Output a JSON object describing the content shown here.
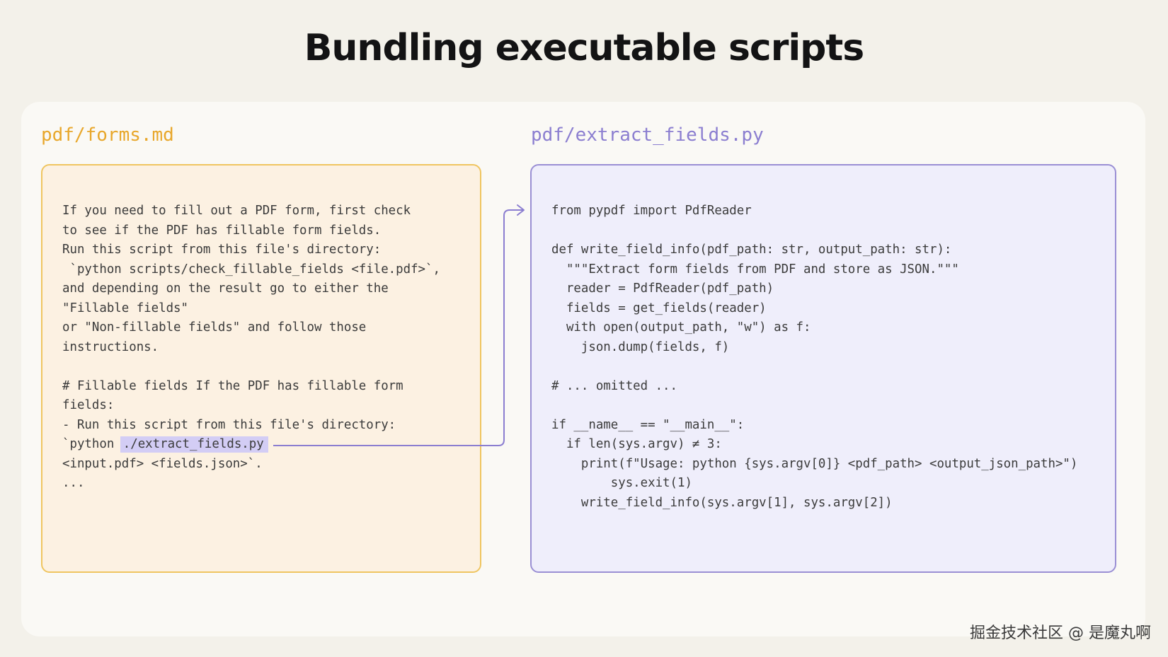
{
  "title": "Bundling executable scripts",
  "left_file": {
    "label": "pdf/forms.md",
    "lines": [
      "If you need to fill out a PDF form, first check",
      "to see if the PDF has fillable form fields.",
      "Run this script from this file's directory:",
      " `python scripts/check_fillable_fields <file.pdf>`,",
      "and depending on the result go to either the",
      "\"Fillable fields\"",
      "or \"Non-fillable fields\" and follow those",
      "instructions.",
      "",
      "# Fillable fields If the PDF has fillable form",
      "fields:",
      "- Run this script from this file's directory:"
    ],
    "link_prefix": "`python ",
    "link_text": "./extract_fields.py",
    "after_lines": [
      "<input.pdf> <fields.json>`.",
      "..."
    ]
  },
  "right_file": {
    "label": "pdf/extract_fields.py",
    "lines": [
      "from pypdf import PdfReader",
      "",
      "def write_field_info(pdf_path: str, output_path: str):",
      "  \"\"\"Extract form fields from PDF and store as JSON.\"\"\"",
      "  reader = PdfReader(pdf_path)",
      "  fields = get_fields(reader)",
      "  with open(output_path, \"w\") as f:",
      "    json.dump(fields, f)",
      "",
      "# ... omitted ...",
      "",
      "if __name__ == \"__main__\":",
      "  if len(sys.argv) ≠ 3:",
      "    print(f\"Usage: python {sys.argv[0]} <pdf_path> <output_json_path>\")",
      "        sys.exit(1)",
      "    write_field_info(sys.argv[1], sys.argv[2])"
    ]
  },
  "colors": {
    "background": "#f3f1ea",
    "panel": "#faf9f5",
    "left_accent": "#e8a72b",
    "left_border": "#efc560",
    "left_fill": "#fcf1e2",
    "right_accent": "#8b7ed0",
    "right_border": "#9a8fd4",
    "right_fill": "#efeefb",
    "highlight": "#d3cdf5",
    "connector": "#8b7ed0"
  },
  "watermark": "掘金技术社区 @ 是魔丸啊"
}
